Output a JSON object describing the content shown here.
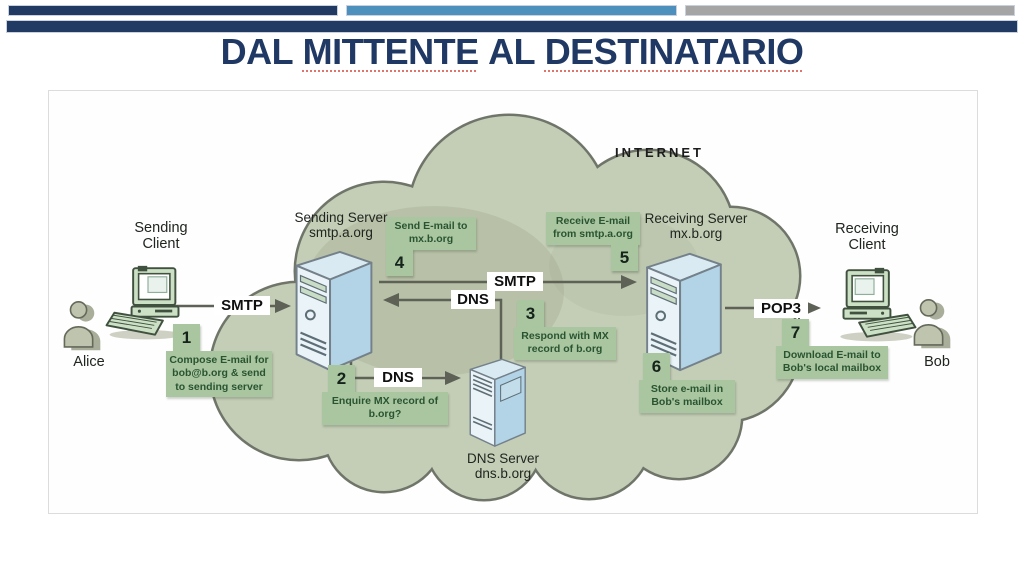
{
  "slide": {
    "title_words": [
      {
        "text": "DAL",
        "misspelled": false
      },
      {
        "text": "MITTENTE",
        "misspelled": true
      },
      {
        "text": "AL",
        "misspelled": false
      },
      {
        "text": "DESTINATARIO",
        "misspelled": true
      }
    ],
    "title_color": "#1F3864",
    "accent_bars": {
      "navy": "#203A64",
      "blue": "#4E90BD",
      "gray": "#A5A5A5"
    }
  },
  "diagram": {
    "internet_label": "INTERNET",
    "clients": {
      "sending": {
        "label": "Sending Client",
        "person": "Alice"
      },
      "receiving": {
        "label": "Receiving Client",
        "person": "Bob"
      }
    },
    "servers": {
      "sending": {
        "label": "Sending Server",
        "host": "smtp.a.org"
      },
      "dns": {
        "label": "DNS Server",
        "host": "dns.b.org"
      },
      "receiving": {
        "label": "Receiving Server",
        "host": "mx.b.org"
      }
    },
    "protocols": {
      "smtp_client": "SMTP",
      "smtp_server": "SMTP",
      "dns_response": "DNS",
      "dns_query": "DNS",
      "pop3": "POP3"
    },
    "steps": [
      {
        "num": "1",
        "text": "Compose E-mail for bob@b.org & send to sending server"
      },
      {
        "num": "2",
        "text": "Enquire MX record of b.org?"
      },
      {
        "num": "3",
        "text": "Respond with MX record of b.org"
      },
      {
        "num": "4",
        "text": "Send E-mail to mx.b.org"
      },
      {
        "num": "5",
        "text": "Receive E-mail from smtp.a.org"
      },
      {
        "num": "6",
        "text": "Store e-mail in Bob's mailbox"
      },
      {
        "num": "7",
        "text": "Download E-mail to Bob's local mailbox"
      }
    ],
    "colors": {
      "cloud_fill": "#C4CEB7",
      "cloud_outline": "#70756A",
      "step_box": "#A9C6A1",
      "step_text": "#2A5430",
      "arrow": "#5D6156"
    }
  }
}
